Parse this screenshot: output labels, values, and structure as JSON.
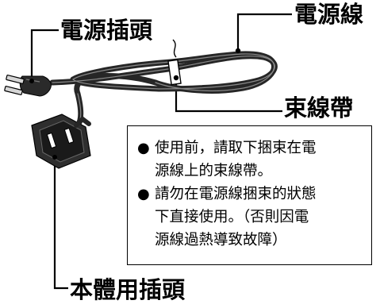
{
  "labels": {
    "plug": "電源插頭",
    "cord": "電源線",
    "tie": "束線帶",
    "body_plug": "本體用插頭"
  },
  "notes": {
    "bullet": "●",
    "items": [
      {
        "lines": [
          "使用前，請取下捆束在電",
          "源線上的束線帶。"
        ]
      },
      {
        "lines": [
          "請勿在電源線捆束的狀態",
          "下直接使用。（否則因電",
          "源線過熱導致故障）"
        ]
      }
    ]
  },
  "colors": {
    "ink": "#000000",
    "cord": "#262626",
    "cord_highlight": "#8a8a8a",
    "prong": "#d6d6d6",
    "background": "#ffffff"
  }
}
